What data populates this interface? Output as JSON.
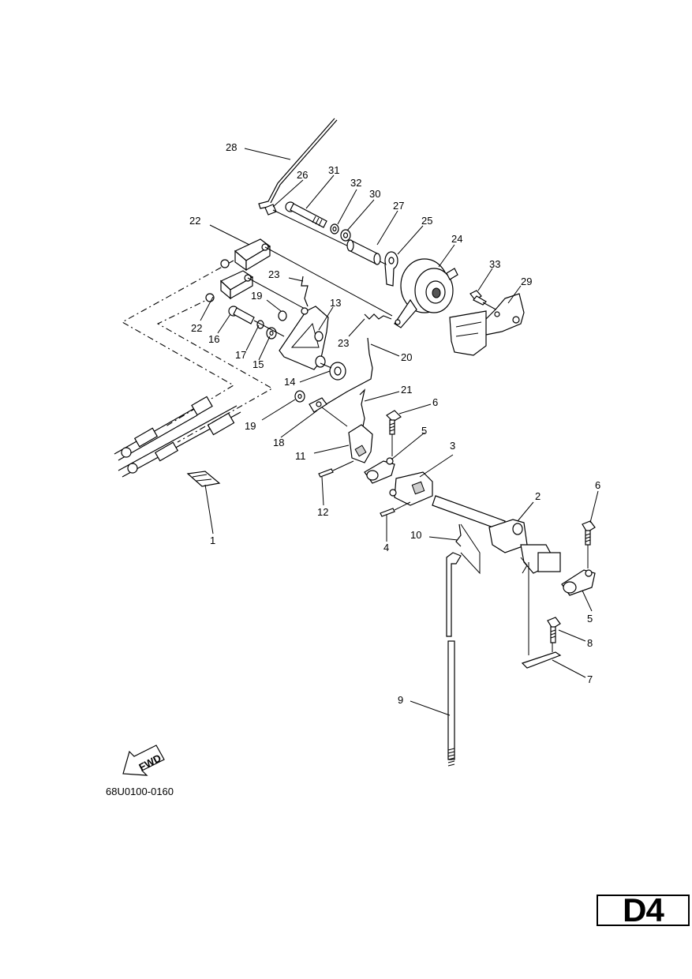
{
  "diagram": {
    "callouts": [
      "1",
      "2",
      "3",
      "4",
      "5",
      "5",
      "6",
      "6",
      "7",
      "8",
      "9",
      "10",
      "11",
      "12",
      "13",
      "14",
      "15",
      "16",
      "17",
      "18",
      "19",
      "19",
      "20",
      "21",
      "22",
      "22",
      "23",
      "23",
      "24",
      "25",
      "26",
      "27",
      "28",
      "29",
      "30",
      "31",
      "32",
      "33"
    ],
    "fwd_label": "FWD",
    "figure_code": "68U0100-0160"
  },
  "page": {
    "badge": "D4"
  }
}
